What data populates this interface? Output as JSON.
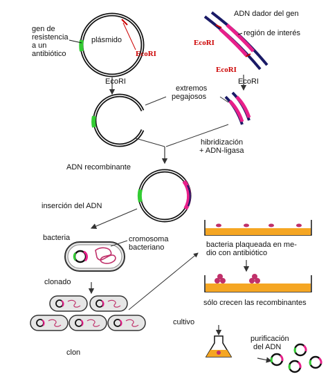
{
  "labels": {
    "resistance_gene": [
      "gen de",
      "resistencia",
      "a un",
      "antibiótico"
    ],
    "plasmid": "plásmido",
    "ecori": "EcoRI",
    "donor_dna": "ADN dador del gen",
    "region_interest": "región de interés",
    "sticky_ends": [
      "extremos",
      "pegajosos"
    ],
    "hybridization": [
      "hibridización",
      "+ ADN-ligasa"
    ],
    "recombinant_dna": "ADN recombinante",
    "dna_insertion": "inserción del ADN",
    "bacterium": "bacteria",
    "chromosome": [
      "cromosoma",
      "bacteriano"
    ],
    "cloning": "clonado",
    "clone": "clon",
    "plated": [
      "bacteria plaqueada en me-",
      "dio con antibiótico"
    ],
    "only_recombinant": "sólo crecen las recombinantes",
    "culture": "cultivo",
    "purification": [
      "purificación",
      "del ADN"
    ]
  },
  "colors": {
    "dna_strand": "#1a1a66",
    "insert_pink": "#e8208a",
    "resistance_green": "#33cc33",
    "ecori_red": "#cc0000",
    "agar_orange": "#f5a623",
    "colony_magenta": "#c0306a"
  }
}
